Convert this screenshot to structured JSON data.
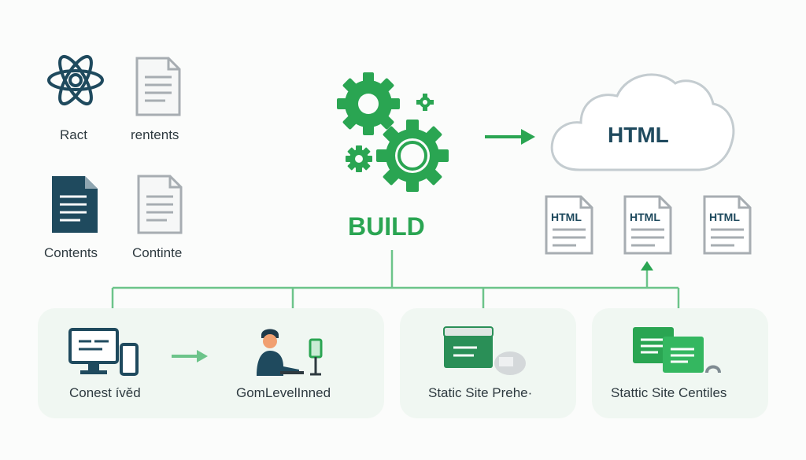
{
  "sources": {
    "react_label": "Ract",
    "doc1_label": "rentents",
    "doc2_label": "Contents",
    "doc3_label": "Continte"
  },
  "build": {
    "label": "BUILD"
  },
  "output": {
    "cloud_label": "HTML",
    "files": [
      "HTML",
      "HTML",
      "HTML"
    ]
  },
  "stages": [
    {
      "label": "Conest ívěd"
    },
    {
      "label": "GomLevelInned"
    },
    {
      "label": "Static Site Prehe·"
    },
    {
      "label": "Stattic Site Centiles"
    }
  ],
  "colors": {
    "green": "#2aa552",
    "green_light": "#6cc48a",
    "navy": "#1f4a5e",
    "gray": "#a7adb2",
    "text": "#2e3a40"
  }
}
